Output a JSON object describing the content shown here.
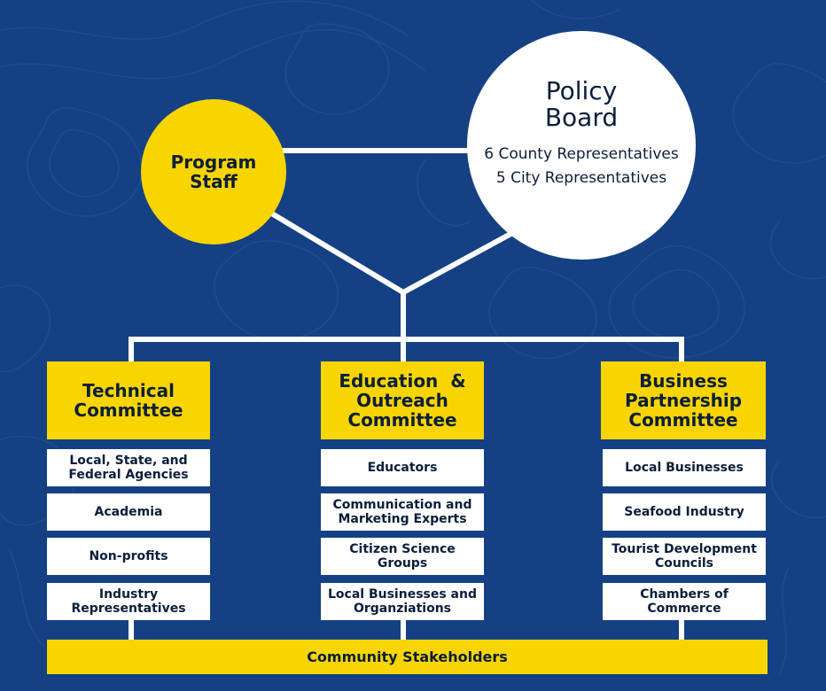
{
  "program_staff": {
    "title_lines": [
      "Program",
      "Staff"
    ]
  },
  "policy_board": {
    "title_lines": [
      "Policy",
      "Board"
    ],
    "members": [
      "6 County Representatives",
      "5 City Representatives"
    ]
  },
  "committees": [
    {
      "title_lines": [
        "Technical",
        "Committee"
      ],
      "members": [
        [
          "Local, State, and",
          "Federal Agencies"
        ],
        [
          "Academia"
        ],
        [
          "Non-profits"
        ],
        [
          "Industry",
          "Representatives"
        ]
      ]
    },
    {
      "title_lines": [
        "Education  &",
        "Outreach",
        "Committee"
      ],
      "members": [
        [
          "Educators"
        ],
        [
          "Communication and",
          "Marketing Experts"
        ],
        [
          "Citizen Science",
          "Groups"
        ],
        [
          "Local Businesses and",
          "Organziations"
        ]
      ]
    },
    {
      "title_lines": [
        "Business",
        "Partnership",
        "Committee"
      ],
      "members": [
        [
          "Local Businesses"
        ],
        [
          "Seafood Industry"
        ],
        [
          "Tourist Development",
          "Councils"
        ],
        [
          "Chambers of",
          "Commerce"
        ]
      ]
    }
  ],
  "footer": {
    "label": "Community Stakeholders"
  },
  "colors": {
    "background": "#154184",
    "accent_yellow": "#f8d500",
    "box_white": "#ffffff",
    "text_dark": "#0b1e3a",
    "pattern_line": "#2a5596"
  }
}
